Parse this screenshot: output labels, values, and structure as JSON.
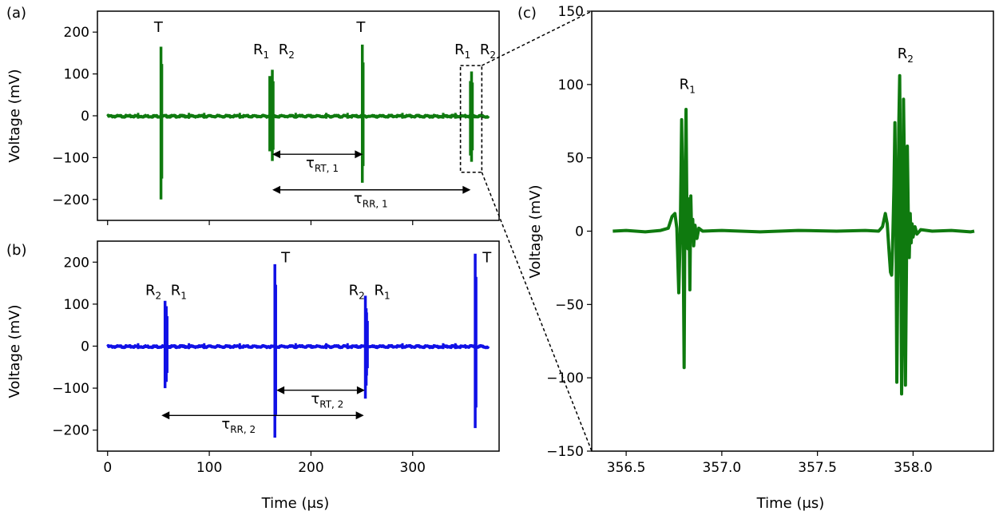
{
  "chart_data": [
    {
      "panel": "(a)",
      "type": "line",
      "color": "#0f7a0f",
      "xlabel": "",
      "ylabel": "Voltage (mV)",
      "xlim": [
        -10,
        385
      ],
      "ylim": [
        -250,
        250
      ],
      "xticks": [
        0,
        100,
        200,
        300
      ],
      "yticks": [
        -200,
        -100,
        0,
        100,
        200
      ],
      "ytick_labels": [
        "−200",
        "−100",
        "0",
        "100",
        "200"
      ],
      "show_xtick_labels": false,
      "pulses": [
        {
          "t": 52.5,
          "label": "T",
          "max": 165,
          "min": -200
        },
        {
          "t": 159.5,
          "label": "R1",
          "max": 95,
          "min": -85
        },
        {
          "t": 162.0,
          "label": "R2",
          "max": 110,
          "min": -108
        },
        {
          "t": 250.5,
          "label": "T",
          "max": 170,
          "min": -160
        },
        {
          "t": 356.8,
          "label": "R1",
          "max": 83,
          "min": -95
        },
        {
          "t": 357.9,
          "label": "R2",
          "max": 106,
          "min": -110
        }
      ],
      "labels": [
        {
          "main": "T",
          "sub": "",
          "x": 50,
          "y": 200
        },
        {
          "main": "R",
          "sub": "1",
          "x": 151,
          "y": 147
        },
        {
          "main": "R",
          "sub": "2",
          "x": 176,
          "y": 147
        },
        {
          "main": "T",
          "sub": "",
          "x": 249,
          "y": 200
        },
        {
          "main": "R",
          "sub": "1",
          "x": 349,
          "y": 147
        },
        {
          "main": "R",
          "sub": "2",
          "x": 374,
          "y": 147
        }
      ],
      "arrows": [
        {
          "x1": 162,
          "x2": 251,
          "y": -92,
          "label": "τ",
          "sub": "RT, 1",
          "lx": 195,
          "ly": -120
        },
        {
          "x1": 162,
          "x2": 357,
          "y": -177,
          "label": "τ",
          "sub": "RR, 1",
          "lx": 242,
          "ly": -205
        }
      ],
      "zoom_box": {
        "x0": 347,
        "x1": 368,
        "y0": 120,
        "y1": -135
      }
    },
    {
      "panel": "(b)",
      "type": "line",
      "color": "#1010e6",
      "xlabel": "Time (μs)",
      "ylabel": "Voltage (mV)",
      "xlim": [
        -10,
        385
      ],
      "ylim": [
        -250,
        250
      ],
      "xticks": [
        0,
        100,
        200,
        300
      ],
      "xtick_labels": [
        "0",
        "100",
        "200",
        "300"
      ],
      "yticks": [
        -200,
        -100,
        0,
        100,
        200
      ],
      "ytick_labels": [
        "−200",
        "−100",
        "0",
        "100",
        "200"
      ],
      "show_xtick_labels": true,
      "pulses": [
        {
          "t": 56.5,
          "label": "R2",
          "max": 108,
          "min": -100
        },
        {
          "t": 57.7,
          "label": "R1",
          "max": 95,
          "min": -85
        },
        {
          "t": 164.5,
          "label": "T",
          "max": 195,
          "min": -218
        },
        {
          "t": 253.5,
          "label": "R2",
          "max": 120,
          "min": -125
        },
        {
          "t": 254.7,
          "label": "R1",
          "max": 80,
          "min": -70
        },
        {
          "t": 361.5,
          "label": "T",
          "max": 220,
          "min": -195
        }
      ],
      "labels": [
        {
          "main": "R",
          "sub": "2",
          "x": 45,
          "y": 122
        },
        {
          "main": "R",
          "sub": "1",
          "x": 70,
          "y": 122
        },
        {
          "main": "T",
          "sub": "",
          "x": 175,
          "y": 200
        },
        {
          "main": "R",
          "sub": "2",
          "x": 245,
          "y": 122
        },
        {
          "main": "R",
          "sub": "1",
          "x": 270,
          "y": 122
        },
        {
          "main": "T",
          "sub": "",
          "x": 373,
          "y": 200
        }
      ],
      "arrows": [
        {
          "x1": 166,
          "x2": 253,
          "y": -105,
          "label": "τ",
          "sub": "RT, 2",
          "lx": 200,
          "ly": -133
        },
        {
          "x1": 53,
          "x2": 252,
          "y": -165,
          "label": "τ",
          "sub": "RR, 2",
          "lx": 112,
          "ly": -193
        }
      ]
    },
    {
      "panel": "(c)",
      "type": "line",
      "color": "#0f7a0f",
      "xlabel": "Time (μs)",
      "ylabel": "Voltage (mV)",
      "xlim": [
        356.32,
        358.42
      ],
      "ylim": [
        -150,
        150
      ],
      "xticks": [
        356.5,
        357.0,
        357.5,
        358.0
      ],
      "xtick_labels": [
        "356.5",
        "357.0",
        "357.5",
        "358.0"
      ],
      "yticks": [
        -150,
        -100,
        -50,
        0,
        50,
        100,
        150
      ],
      "ytick_labels": [
        "−150",
        "−100",
        "−50",
        "0",
        "50",
        "100",
        "150"
      ],
      "pulses": [
        {
          "t": 356.8,
          "label": "R1",
          "max": 83,
          "min": -93
        },
        {
          "t": 357.93,
          "label": "R2",
          "max": 106,
          "min": -111
        }
      ],
      "labels": [
        {
          "main": "R",
          "sub": "1",
          "x": 356.82,
          "y": 97
        },
        {
          "main": "R",
          "sub": "2",
          "x": 357.96,
          "y": 118
        }
      ],
      "points": [
        [
          356.43,
          0
        ],
        [
          356.5,
          0.5
        ],
        [
          356.6,
          -0.5
        ],
        [
          356.68,
          0.5
        ],
        [
          356.72,
          2
        ],
        [
          356.74,
          10
        ],
        [
          356.755,
          12
        ],
        [
          356.765,
          2
        ],
        [
          356.775,
          -42
        ],
        [
          356.783,
          0
        ],
        [
          356.79,
          76
        ],
        [
          356.797,
          10
        ],
        [
          356.803,
          -93
        ],
        [
          356.808,
          30
        ],
        [
          356.813,
          83
        ],
        [
          356.818,
          5
        ],
        [
          356.823,
          -12
        ],
        [
          356.828,
          22
        ],
        [
          356.833,
          -40
        ],
        [
          356.838,
          24
        ],
        [
          356.843,
          -6
        ],
        [
          356.848,
          8
        ],
        [
          356.853,
          -10
        ],
        [
          356.86,
          4
        ],
        [
          356.87,
          -5
        ],
        [
          356.88,
          2
        ],
        [
          356.9,
          0
        ],
        [
          357.0,
          0.5
        ],
        [
          357.2,
          -0.5
        ],
        [
          357.4,
          0.5
        ],
        [
          357.6,
          0
        ],
        [
          357.75,
          0.5
        ],
        [
          357.82,
          0
        ],
        [
          357.84,
          3
        ],
        [
          357.855,
          12
        ],
        [
          357.865,
          5
        ],
        [
          357.875,
          -15
        ],
        [
          357.882,
          -28
        ],
        [
          357.888,
          -30
        ],
        [
          357.893,
          -10
        ],
        [
          357.9,
          30
        ],
        [
          357.905,
          74
        ],
        [
          357.91,
          20
        ],
        [
          357.915,
          -103
        ],
        [
          357.92,
          -30
        ],
        [
          357.925,
          70
        ],
        [
          357.93,
          106
        ],
        [
          357.935,
          20
        ],
        [
          357.94,
          -111
        ],
        [
          357.945,
          -60
        ],
        [
          357.95,
          90
        ],
        [
          357.955,
          40
        ],
        [
          357.96,
          -105
        ],
        [
          357.965,
          -30
        ],
        [
          357.97,
          58
        ],
        [
          357.975,
          10
        ],
        [
          357.98,
          -18
        ],
        [
          357.985,
          12
        ],
        [
          357.99,
          -8
        ],
        [
          357.995,
          5
        ],
        [
          358.0,
          -4
        ],
        [
          358.01,
          3
        ],
        [
          358.02,
          -2
        ],
        [
          358.04,
          1
        ],
        [
          358.1,
          0
        ],
        [
          358.2,
          0.5
        ],
        [
          358.3,
          -0.5
        ],
        [
          358.32,
          0
        ]
      ]
    }
  ]
}
